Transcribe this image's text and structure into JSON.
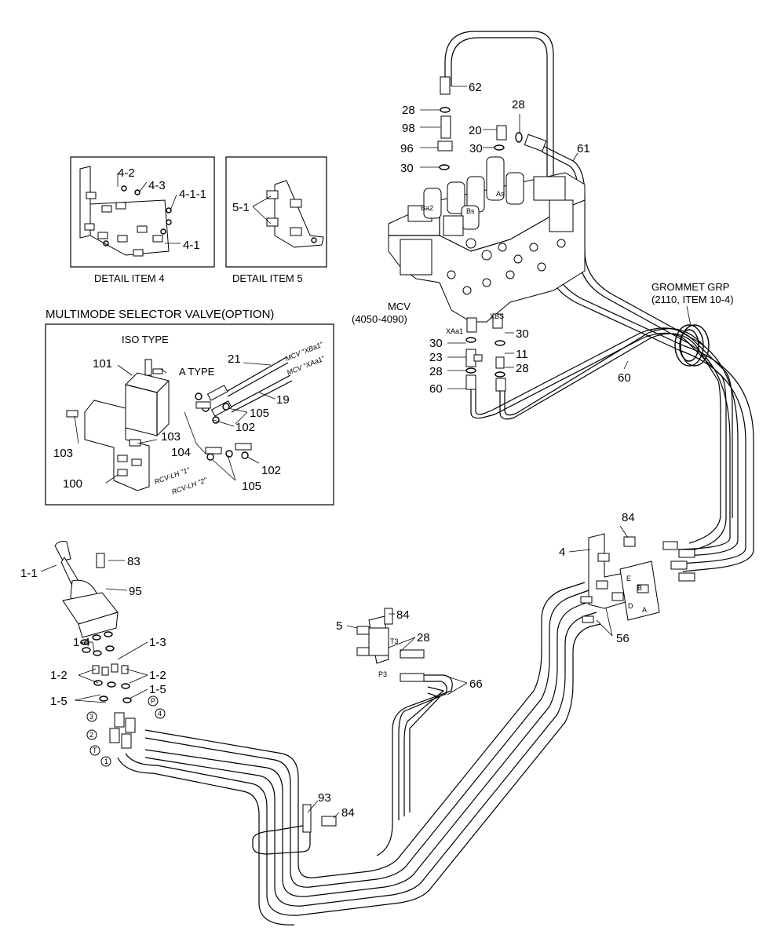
{
  "labels": {
    "l62": "62",
    "l28a": "28",
    "l98": "98",
    "l96": "96",
    "l30a": "30",
    "l20": "20",
    "l28b": "28",
    "l30b": "30",
    "l61": "61",
    "mcv": "MCV",
    "mcv_range": "(4050-4090)",
    "xaa1": "XAa1",
    "xbs": "XBS",
    "l30c": "30",
    "l23": "23",
    "l28c": "28",
    "l60a": "60",
    "l30d": "30",
    "l11": "11",
    "l28d": "28",
    "l60b": "60",
    "grommet1": "GROMMET GRP",
    "grommet2": "(2110, ITEM 10-4)",
    "d4_42": "4-2",
    "d4_43": "4-3",
    "d4_411": "4-1-1",
    "d4_41": "4-1",
    "d5_51": "5-1",
    "detail4": "DETAIL ITEM 4",
    "detail5": "DETAIL ITEM 5",
    "multimode": "MULTIMODE SELECTOR VALVE(OPTION)",
    "iso": "ISO  TYPE",
    "atype": "A  TYPE",
    "m101": "101",
    "m21": "21",
    "m19": "19",
    "m105a": "105",
    "m102a": "102",
    "m103a": "103",
    "m103b": "103",
    "m104": "104",
    "m102b": "102",
    "m100": "100",
    "m105b": "105",
    "mcv_xba1": "MCV \"XBa1\"",
    "mcv_xaa1": "MCV \"XAa1\"",
    "rcv1": "RCV-LH \"1\"",
    "rcv2": "RCV-LH \"2\"",
    "l84a": "84",
    "l4": "4",
    "l56": "56",
    "l11_1": "1-1",
    "l83": "83",
    "l95": "95",
    "l14": "1-4",
    "l13": "1-3",
    "l12a": "1-2",
    "l12b": "1-2",
    "l15a": "1-5",
    "l15b": "1-5",
    "p3": "3",
    "p2": "2",
    "pT": "T",
    "p1": "1",
    "pP": "P",
    "p4": "4",
    "l5": "5",
    "l84b": "84",
    "l28e": "28",
    "t3": "T3",
    "p3b": "P3",
    "l66": "66",
    "l93": "93",
    "l84c": "84"
  }
}
